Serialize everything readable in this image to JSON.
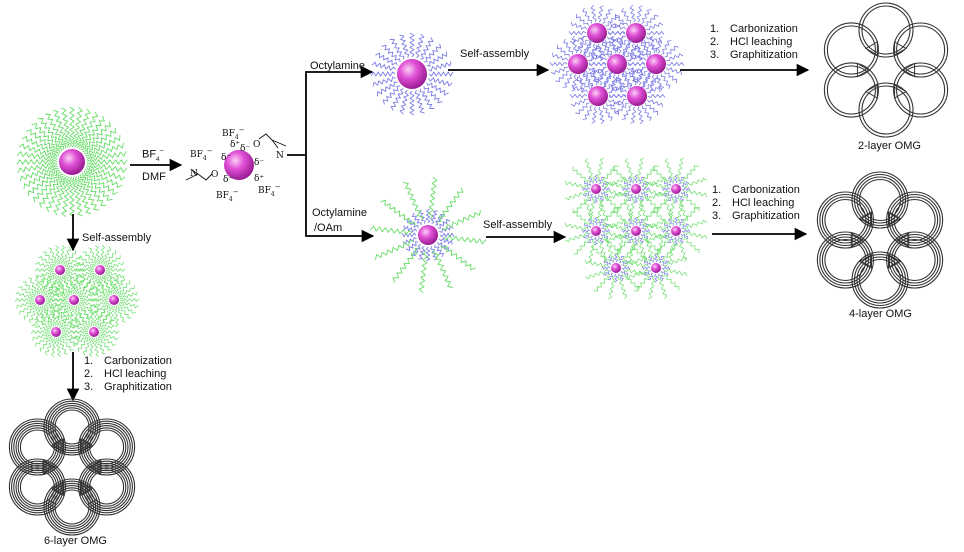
{
  "reagent": {
    "anion": "BF",
    "anion_sub": "4",
    "anion_sup": "−",
    "solvent": "DMF"
  },
  "ligand_paths": {
    "top": "Octylamine",
    "bottom_line1": "Octylamine",
    "bottom_line2": "/OAm"
  },
  "self_assembly": "Self-assembly",
  "process_steps": [
    {
      "num": "1.",
      "text": "Carbonization"
    },
    {
      "num": "2.",
      "text": "HCl leaching"
    },
    {
      "num": "3.",
      "text": "Graphitization"
    }
  ],
  "products": {
    "two_layer": "2-layer OMG",
    "four_layer": "4-layer OMG",
    "six_layer": "6-layer OMG"
  },
  "surface": {
    "anion": "BF",
    "sub": "4",
    "sup": "−",
    "partial_neg": "δ⁻",
    "partial_pos": "δ⁺",
    "oxygen": "O",
    "nitrogen": "N"
  },
  "colors": {
    "core": "#e04fd6",
    "ligand_green": "#66dd66",
    "ligand_blue": "#7b7ce6",
    "arrow": "#000000",
    "omg_stroke": "#333333"
  }
}
